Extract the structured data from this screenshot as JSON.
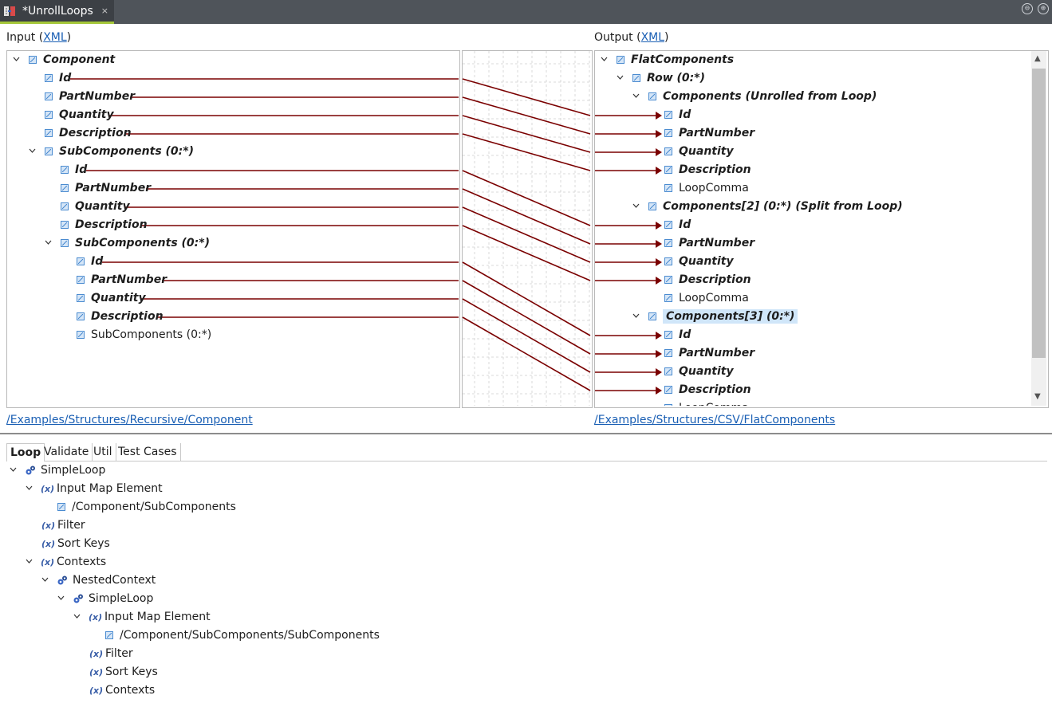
{
  "tab": {
    "title": "*UnrollLoops",
    "close_glyph": "×"
  },
  "window_buttons": {
    "minimize": "⊖",
    "maximize": "⊕"
  },
  "input": {
    "label": "Input",
    "format": "XML",
    "path": "/Examples/Structures/Recursive/Component"
  },
  "output": {
    "label": "Output",
    "format": "XML",
    "path": "/Examples/Structures/CSV/FlatComponents"
  },
  "input_tree": [
    {
      "text": "Component",
      "bold": true,
      "exp": true
    },
    {
      "text": "Id",
      "bold": true
    },
    {
      "text": "PartNumber",
      "bold": true
    },
    {
      "text": "Quantity",
      "bold": true
    },
    {
      "text": "Description",
      "bold": true
    },
    {
      "text": "SubComponents (0:*)",
      "bold": true,
      "exp": true
    },
    {
      "text": "Id",
      "bold": true
    },
    {
      "text": "PartNumber",
      "bold": true
    },
    {
      "text": "Quantity",
      "bold": true
    },
    {
      "text": "Description",
      "bold": true
    },
    {
      "text": "SubComponents (0:*)",
      "bold": true,
      "exp": true
    },
    {
      "text": "Id",
      "bold": true
    },
    {
      "text": "PartNumber",
      "bold": true
    },
    {
      "text": "Quantity",
      "bold": true
    },
    {
      "text": "Description",
      "bold": true
    },
    {
      "text": "SubComponents (0:*)",
      "bold": false
    }
  ],
  "output_tree": [
    {
      "text": "FlatComponents",
      "bold": true,
      "exp": true
    },
    {
      "text": "Row (0:*)",
      "bold": true,
      "exp": true
    },
    {
      "text": "Components (Unrolled from Loop)",
      "bold": true,
      "exp": true
    },
    {
      "text": "Id",
      "bold": true
    },
    {
      "text": "PartNumber",
      "bold": true
    },
    {
      "text": "Quantity",
      "bold": true
    },
    {
      "text": "Description",
      "bold": true
    },
    {
      "text": "LoopComma",
      "bold": false
    },
    {
      "text": "Components[2] (0:*) (Split from Loop)",
      "bold": true,
      "exp": true
    },
    {
      "text": "Id",
      "bold": true
    },
    {
      "text": "PartNumber",
      "bold": true
    },
    {
      "text": "Quantity",
      "bold": true
    },
    {
      "text": "Description",
      "bold": true
    },
    {
      "text": "LoopComma",
      "bold": false
    },
    {
      "text": "Components[3] (0:*)",
      "bold": true,
      "exp": true,
      "selected": true
    },
    {
      "text": "Id",
      "bold": true
    },
    {
      "text": "PartNumber",
      "bold": true
    },
    {
      "text": "Quantity",
      "bold": true
    },
    {
      "text": "Description",
      "bold": true
    },
    {
      "text": "LoopComma",
      "bold": false
    }
  ],
  "bottom_tabs": [
    "Loop",
    "Validate",
    "Util",
    "Test Cases"
  ],
  "loop_tree": [
    {
      "text": "SimpleLoop",
      "icon": "gear",
      "exp": true
    },
    {
      "text": "Input Map Element",
      "icon": "var",
      "exp": true
    },
    {
      "text": "/Component/SubComponents",
      "icon": "node"
    },
    {
      "text": "Filter",
      "icon": "var"
    },
    {
      "text": "Sort Keys",
      "icon": "var"
    },
    {
      "text": "Contexts",
      "icon": "var",
      "exp": true
    },
    {
      "text": "NestedContext",
      "icon": "gear",
      "exp": true
    },
    {
      "text": "SimpleLoop",
      "icon": "gear",
      "exp": true
    },
    {
      "text": "Input Map Element",
      "icon": "var",
      "exp": true
    },
    {
      "text": "/Component/SubComponents/SubComponents",
      "icon": "node"
    },
    {
      "text": "Filter",
      "icon": "var"
    },
    {
      "text": "Sort Keys",
      "icon": "var"
    },
    {
      "text": "Contexts",
      "icon": "var"
    }
  ],
  "var_glyph": "(x)",
  "colors": {
    "mapping_line": "#7a0000",
    "link": "#1a5fb4",
    "selection": "#d0e6f9",
    "titlebar": "#4f545a"
  }
}
